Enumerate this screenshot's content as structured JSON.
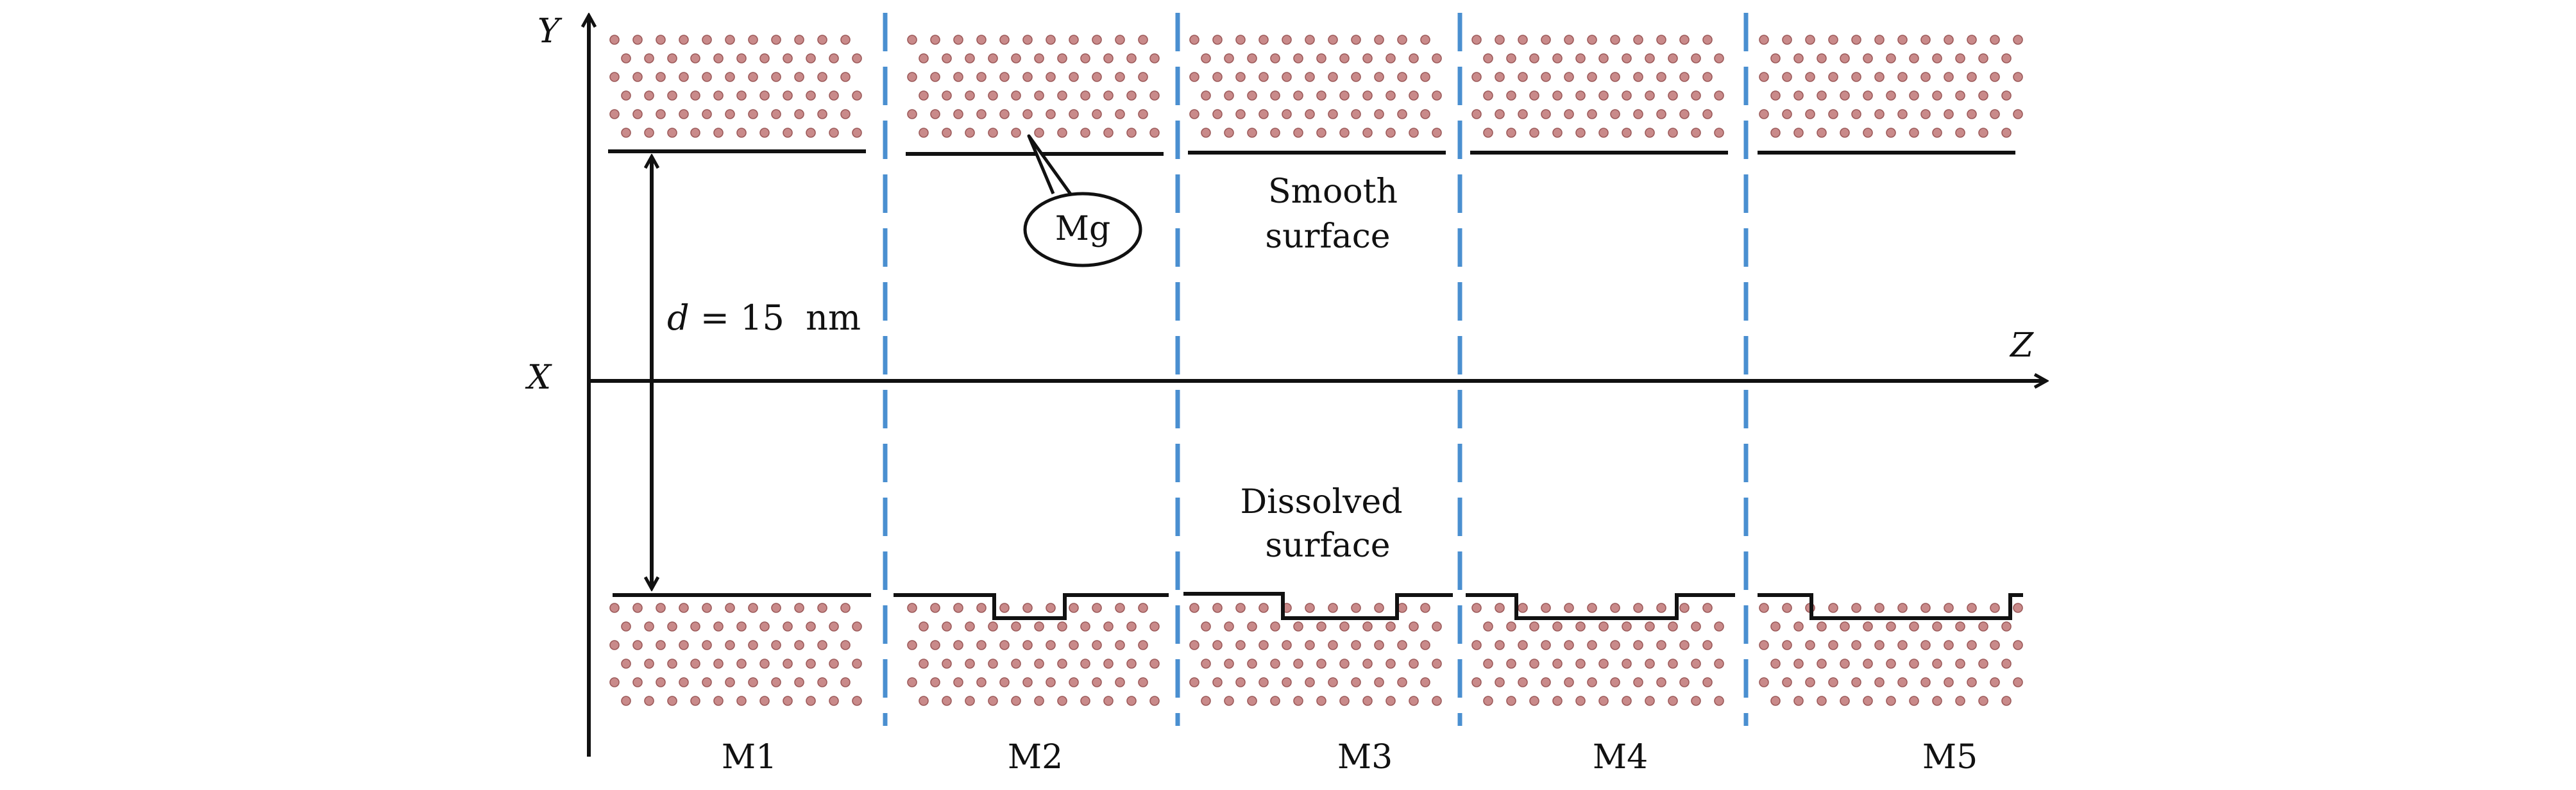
{
  "axes": {
    "y_label": "Y",
    "x_label": "X",
    "z_label": "Z"
  },
  "dimension": {
    "label": "d = 15 nm",
    "symbol": "d",
    "value": "15",
    "unit": "nm"
  },
  "callout": {
    "label": "Mg"
  },
  "annotations": {
    "smooth_line1": "Smooth",
    "smooth_line2": "surface",
    "dissolved_line1": "Dissolved",
    "dissolved_line2": "surface"
  },
  "models": [
    "M1",
    "M2",
    "M3",
    "M4",
    "M5"
  ],
  "colors": {
    "atom_fill": "#c98a8a",
    "divider": "#4a8fd0",
    "line": "#111111"
  }
}
